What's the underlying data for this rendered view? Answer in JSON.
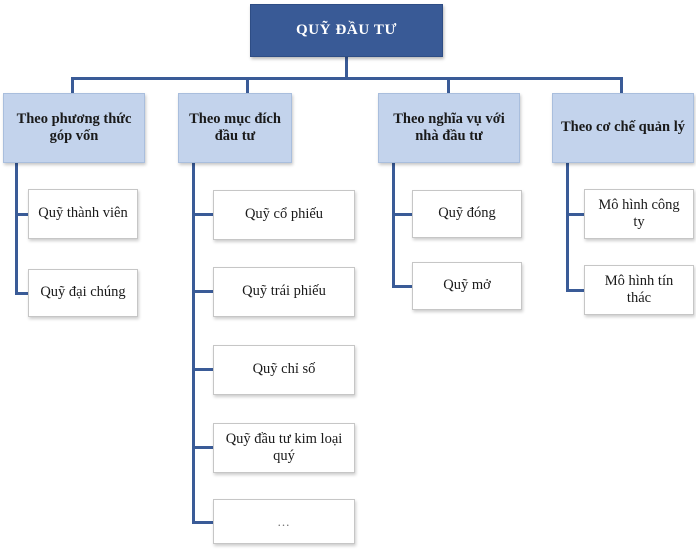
{
  "diagram": {
    "title": "QUỸ ĐẦU TƯ",
    "type": "organization-tree",
    "colors": {
      "root_fill": "#395A96",
      "root_text": "#FFFFFF",
      "branch_fill": "#C3D3EC",
      "branch_text": "#1A1A1A",
      "leaf_fill": "#FFFFFF",
      "leaf_border": "#C6C6C6",
      "connector": "#3A5B97",
      "background": "#FFFFFF"
    },
    "root": {
      "label": "QUỸ ĐẦU TƯ"
    },
    "branches": [
      {
        "label": "Theo phương thức góp vốn",
        "children": [
          {
            "label": "Quỹ thành viên"
          },
          {
            "label": "Quỹ đại chúng"
          }
        ]
      },
      {
        "label": "Theo mục đích đầu tư",
        "children": [
          {
            "label": "Quỹ cổ phiếu"
          },
          {
            "label": "Quỹ trái phiếu"
          },
          {
            "label": "Quỹ chỉ số"
          },
          {
            "label": "Quỹ đầu tư kim loại quý"
          },
          {
            "label": "..."
          }
        ]
      },
      {
        "label": "Theo nghĩa vụ với nhà đầu tư",
        "children": [
          {
            "label": "Quỹ đóng"
          },
          {
            "label": "Quỹ mở"
          }
        ]
      },
      {
        "label": "Theo cơ chế quản lý",
        "children": [
          {
            "label": "Mô hình công ty"
          },
          {
            "label": "Mô hình tín thác"
          }
        ]
      }
    ]
  }
}
